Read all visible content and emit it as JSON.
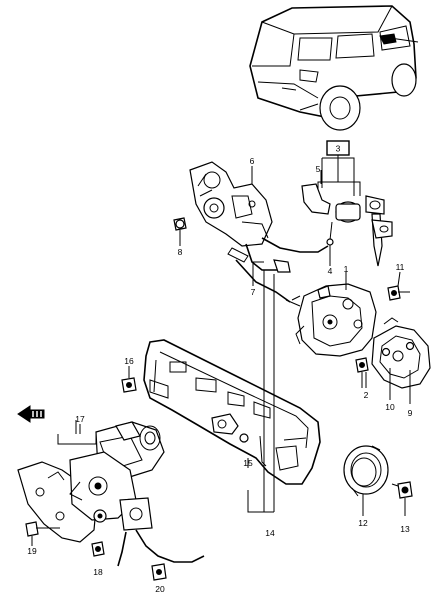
{
  "callouts": {
    "c1": "1",
    "c2": "2",
    "c3": "3",
    "c4": "4",
    "c5": "5",
    "c6": "6",
    "c7": "7",
    "c8": "8",
    "c9": "9",
    "c10": "10",
    "c11": "11",
    "c12": "12",
    "c13": "13",
    "c14": "14",
    "c15": "15",
    "c16": "16",
    "c17": "17",
    "c18": "18",
    "c19": "19",
    "c20": "20"
  },
  "icons": {
    "vehicle": "suv-vehicle-icon",
    "direction": "front-direction-arrow-icon"
  },
  "colors": {
    "line": "#000000",
    "background": "#ffffff"
  }
}
